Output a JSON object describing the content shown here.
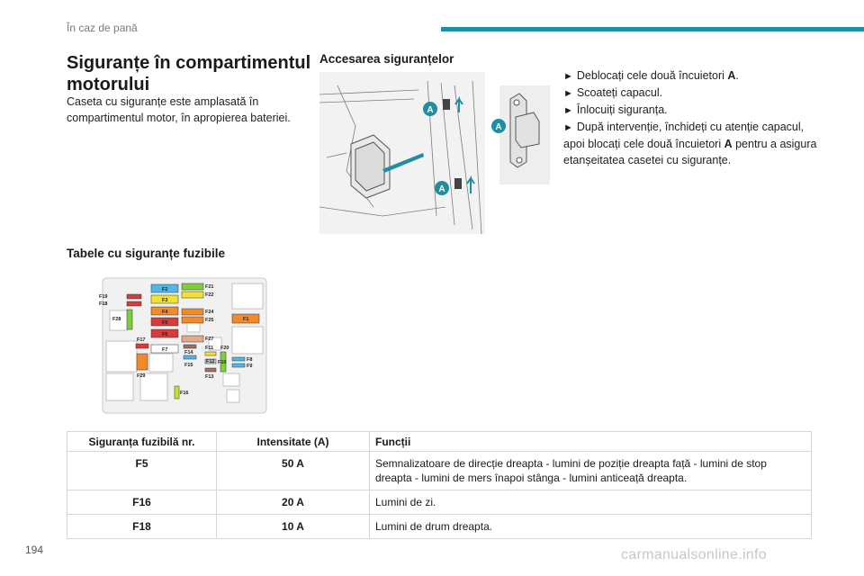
{
  "header": {
    "title": "În caz de pană",
    "accent_color": "#1f8ea0"
  },
  "section": {
    "title": "Siguranțe în compartimentul motorului",
    "intro": "Caseta cu siguranțe este amplasată în compartimentul motor, în apropierea bateriei."
  },
  "access": {
    "title": "Accesarea siguranțelor",
    "callout_label": "A",
    "steps": [
      {
        "text": "Deblocați cele două încuietori ",
        "bold": "A",
        "after": "."
      },
      {
        "text": "Scoateți capacul.",
        "bold": "",
        "after": ""
      },
      {
        "text": "Înlocuiți siguranța.",
        "bold": "",
        "after": ""
      },
      {
        "text": "După intervenție, închideți cu atenție capacul, apoi blocați cele două încuietori ",
        "bold": "A",
        "after": " pentru a asigura etanșeitatea casetei cu siguranțe."
      }
    ]
  },
  "tables_title": "Tabele cu siguranțe fuzibile",
  "diagram": {
    "labels": [
      "F19",
      "F18",
      "F28",
      "F2",
      "F3",
      "F4",
      "F5",
      "F6",
      "F17",
      "F7",
      "F29",
      "F21",
      "F22",
      "F24",
      "F25",
      "F27",
      "F14",
      "F15",
      "F11",
      "F20",
      "F12",
      "F13",
      "F10",
      "F8",
      "F9",
      "F1",
      "F16"
    ]
  },
  "table": {
    "headers": [
      "Siguranța fuzibilă nr.",
      "Intensitate (A)",
      "Funcții"
    ],
    "rows": [
      [
        "F5",
        "50 A",
        "Semnalizatoare de direcție dreapta - lumini de poziție dreapta față - lumini de stop dreapta - lumini de mers înapoi stânga - lumini anticeață dreapta."
      ],
      [
        "F16",
        "20 A",
        "Lumini de zi."
      ],
      [
        "F18",
        "10 A",
        "Lumini de drum dreapta."
      ]
    ]
  },
  "page_number": "194",
  "watermark": "carmanualsonline.info"
}
